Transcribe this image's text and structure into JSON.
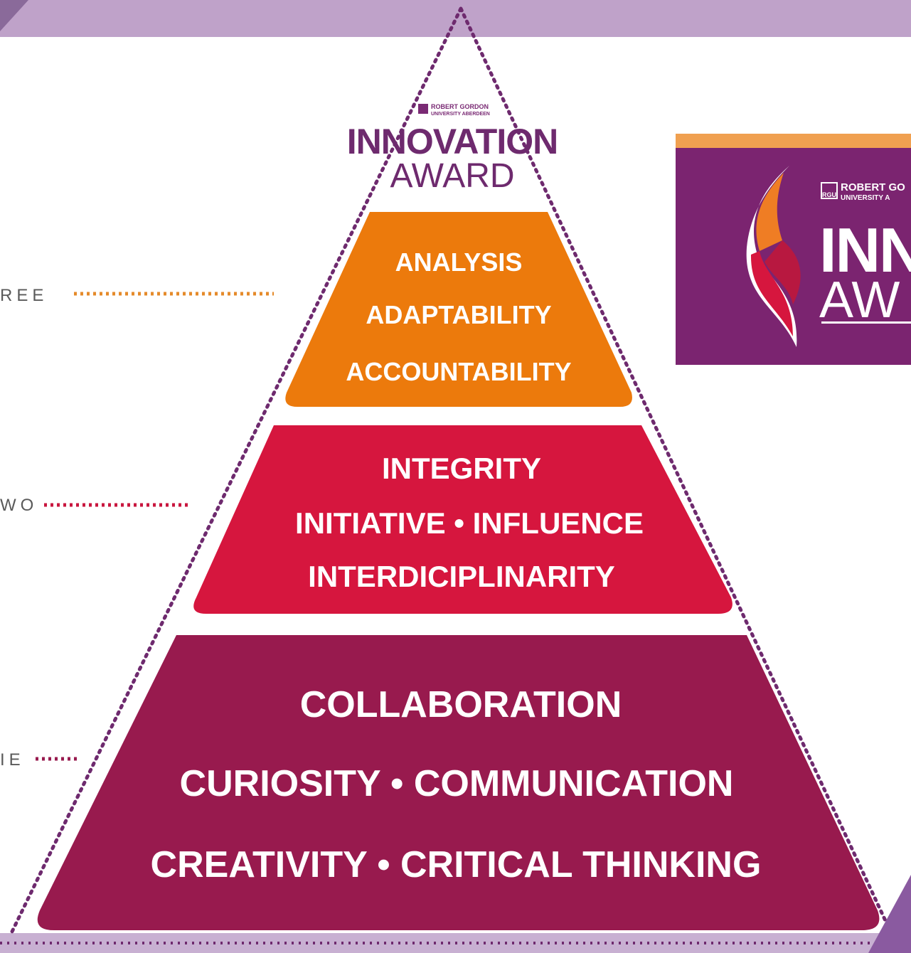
{
  "header": {
    "rgu_line1": "ROBERT GORDON",
    "rgu_line2": "UNIVERSITY ABERDEEN",
    "title_line1": "INNOVATION",
    "title_line2": "AWARD"
  },
  "levels": [
    {
      "label": "REE",
      "color": "#ec7a0c",
      "skills": [
        "ANALYSIS",
        "ADAPTABILITY",
        "ACCOUNTABILITY"
      ]
    },
    {
      "label": "WO",
      "color": "#d6163e",
      "skills": [
        "INTEGRITY",
        "INITIATIVE  •  INFLUENCE",
        "INTERDICIPLINARITY"
      ]
    },
    {
      "label": "IE",
      "color": "#981a4e",
      "skills": [
        "COLLABORATION",
        "CURIOSITY • COMMUNICATION",
        "CREATIVITY  •  CRITICAL THINKING"
      ]
    }
  ],
  "logo": {
    "rgu_mark": "RGU",
    "rgu_line1": "ROBERT GO",
    "rgu_line2": "UNIVERSITY A",
    "title_line1": "INN",
    "title_line2": "AW"
  }
}
